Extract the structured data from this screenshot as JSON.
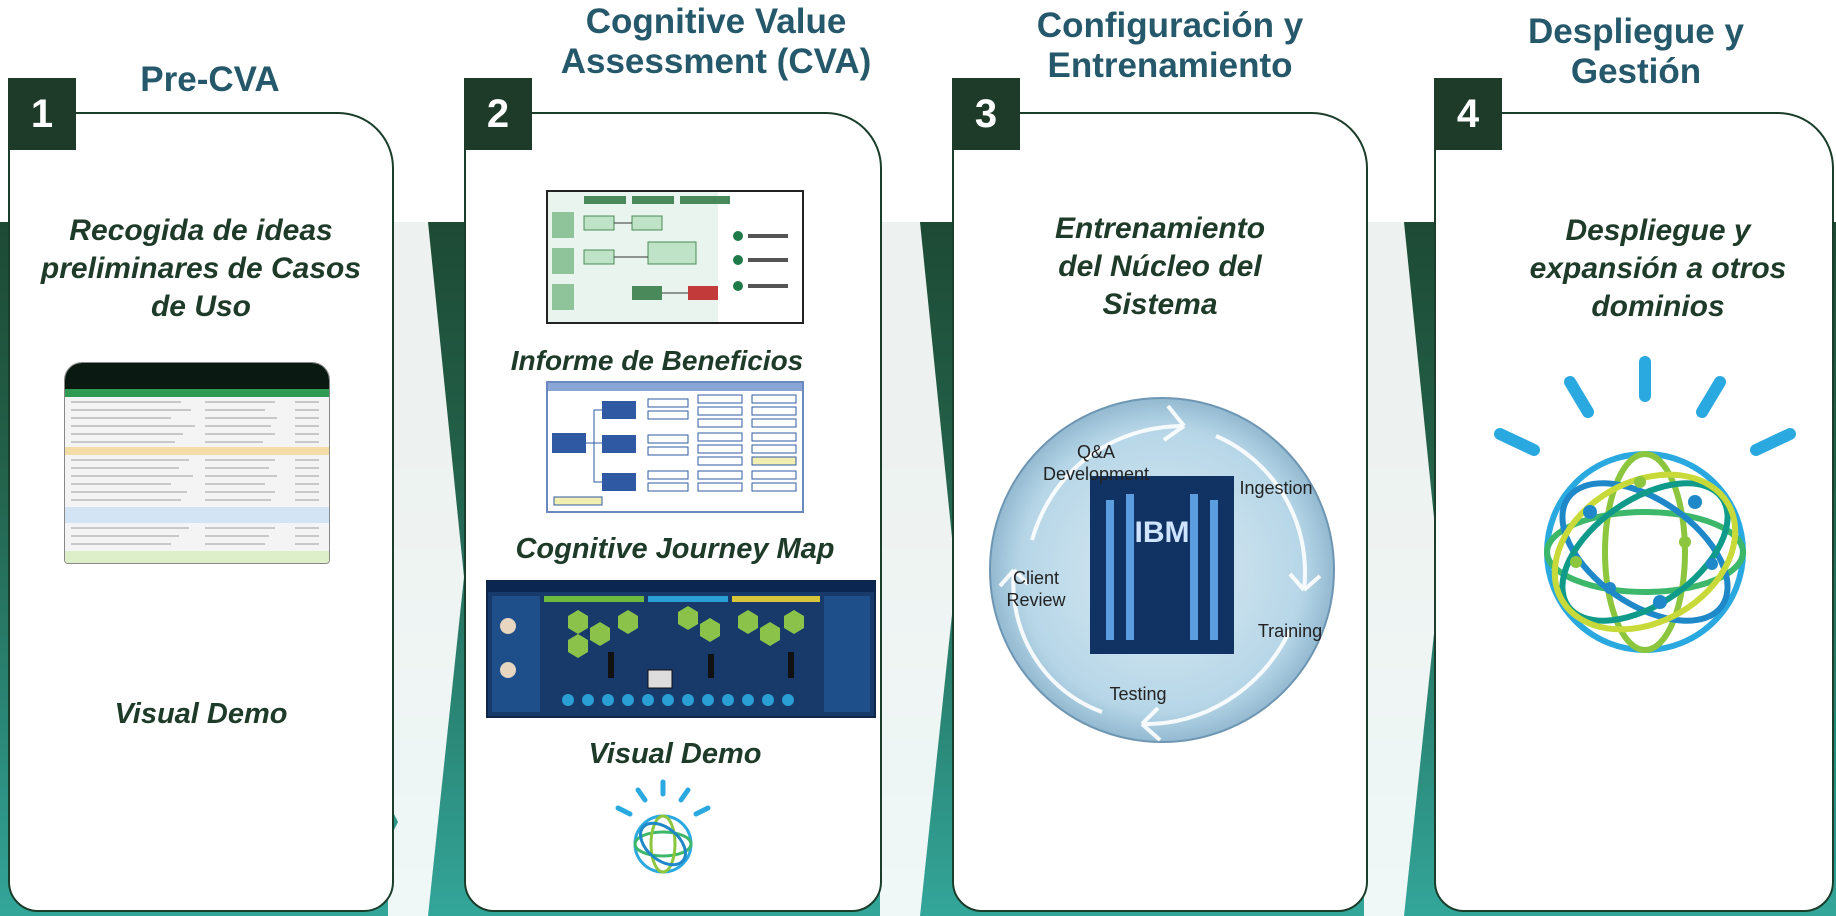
{
  "phases": [
    {
      "number": "1",
      "title": "Pre-CVA",
      "description": "Recogida de ideas preliminares de Casos de Uso",
      "demo": "Visual Demo"
    },
    {
      "number": "2",
      "title": "Cognitive Value Assessment  (CVA)",
      "sections": [
        "Informe de Beneficios",
        "Cognitive Journey Map",
        "Visual Demo"
      ]
    },
    {
      "number": "3",
      "title": "Configuración y Entrenamiento",
      "description": "Entrenamiento del Núcleo del Sistema",
      "cycle": {
        "center": "IBM",
        "steps": [
          "Q&A Development",
          "Ingestion",
          "Training",
          "Testing",
          "Client Review"
        ]
      }
    },
    {
      "number": "4",
      "title": "Despliegue y Gestión",
      "description": "Despliegue y expansión a otros dominios"
    }
  ],
  "colors": {
    "title": "#24586a",
    "text": "#1e3a28",
    "badge": "#1e3a28",
    "band_top": "#1d4a34",
    "band_bottom": "#33a69a"
  },
  "icons": [
    "watson-globe-icon"
  ]
}
